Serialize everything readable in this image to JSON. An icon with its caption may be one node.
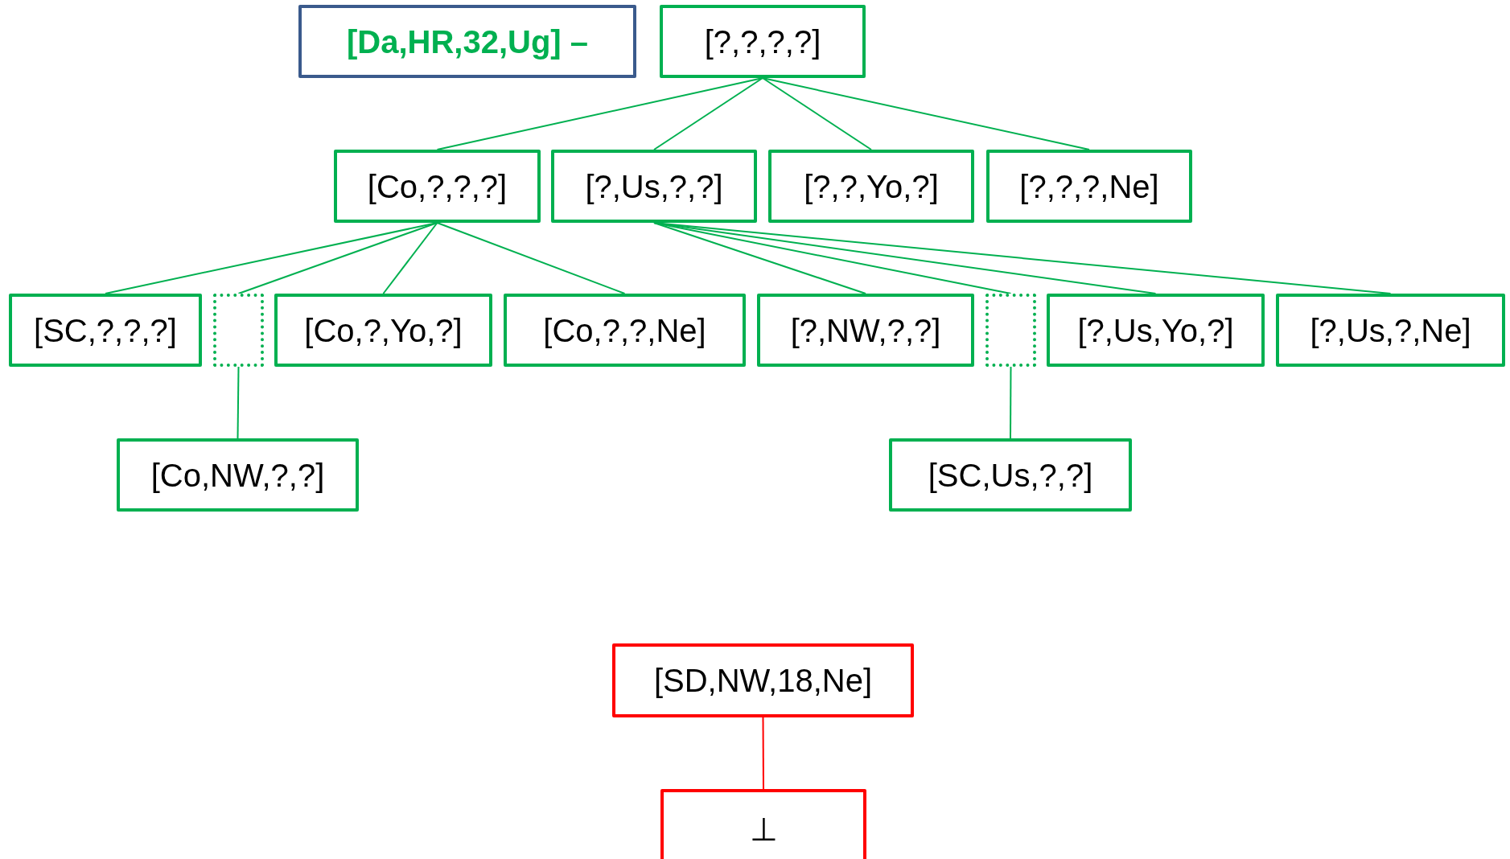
{
  "diagram": {
    "nodes": [
      {
        "text": [
          "[Da,HR,32,Ug] –"
        ]
      },
      {
        "text": [
          "[?,?,?,?]"
        ]
      },
      {
        "text": [
          "[Co,?,?,?]"
        ]
      },
      {
        "text": [
          "[?,Us,?,?]"
        ]
      },
      {
        "text": [
          "[?,?,Yo,?]"
        ]
      },
      {
        "text": [
          "[?,?,?,Ne]"
        ]
      },
      {
        "text": [
          "[SC,?,?,?]"
        ]
      },
      {
        "text": [],
        "shape": "box"
      },
      {
        "text": [
          "[Co,?,Yo,?]"
        ]
      },
      {
        "text": [
          "[Co,?,?,Ne]"
        ]
      },
      {
        "text": [
          "[?,NW,?,?]"
        ]
      },
      {
        "text": [],
        "shape": "box"
      },
      {
        "text": [
          "[?,Us,Yo,?]"
        ]
      },
      {
        "text": [
          "[?,Us,?,Ne]"
        ]
      },
      {
        "text": [
          "[Co,NW,?,?]"
        ]
      },
      {
        "text": [
          "[SC,Us,?,?]"
        ]
      },
      {
        "text": [
          "[SD,NW,18,Ne]"
        ]
      },
      {
        "text": [
          "⊥"
        ]
      }
    ],
    "edges": [
      {
        "from": 1,
        "to": 2,
        "arrow": "none"
      },
      {
        "from": 1,
        "to": 3,
        "arrow": "none"
      },
      {
        "from": 1,
        "to": 4,
        "arrow": "none"
      },
      {
        "from": 1,
        "to": 5,
        "arrow": "none"
      },
      {
        "from": 2,
        "to": 6,
        "arrow": "none"
      },
      {
        "from": 2,
        "to": 7,
        "arrow": "none"
      },
      {
        "from": 2,
        "to": 8,
        "arrow": "none"
      },
      {
        "from": 2,
        "to": 9,
        "arrow": "none"
      },
      {
        "from": 3,
        "to": 10,
        "arrow": "none"
      },
      {
        "from": 3,
        "to": 11,
        "arrow": "none"
      },
      {
        "from": 3,
        "to": 12,
        "arrow": "none"
      },
      {
        "from": 3,
        "to": 13,
        "arrow": "none"
      },
      {
        "from": 7,
        "to": 14,
        "arrow": "none"
      },
      {
        "from": 11,
        "to": 15,
        "arrow": "none"
      },
      {
        "from": 16,
        "to": 17,
        "arrow": "none",
        "color": "#ff0000"
      }
    ]
  }
}
